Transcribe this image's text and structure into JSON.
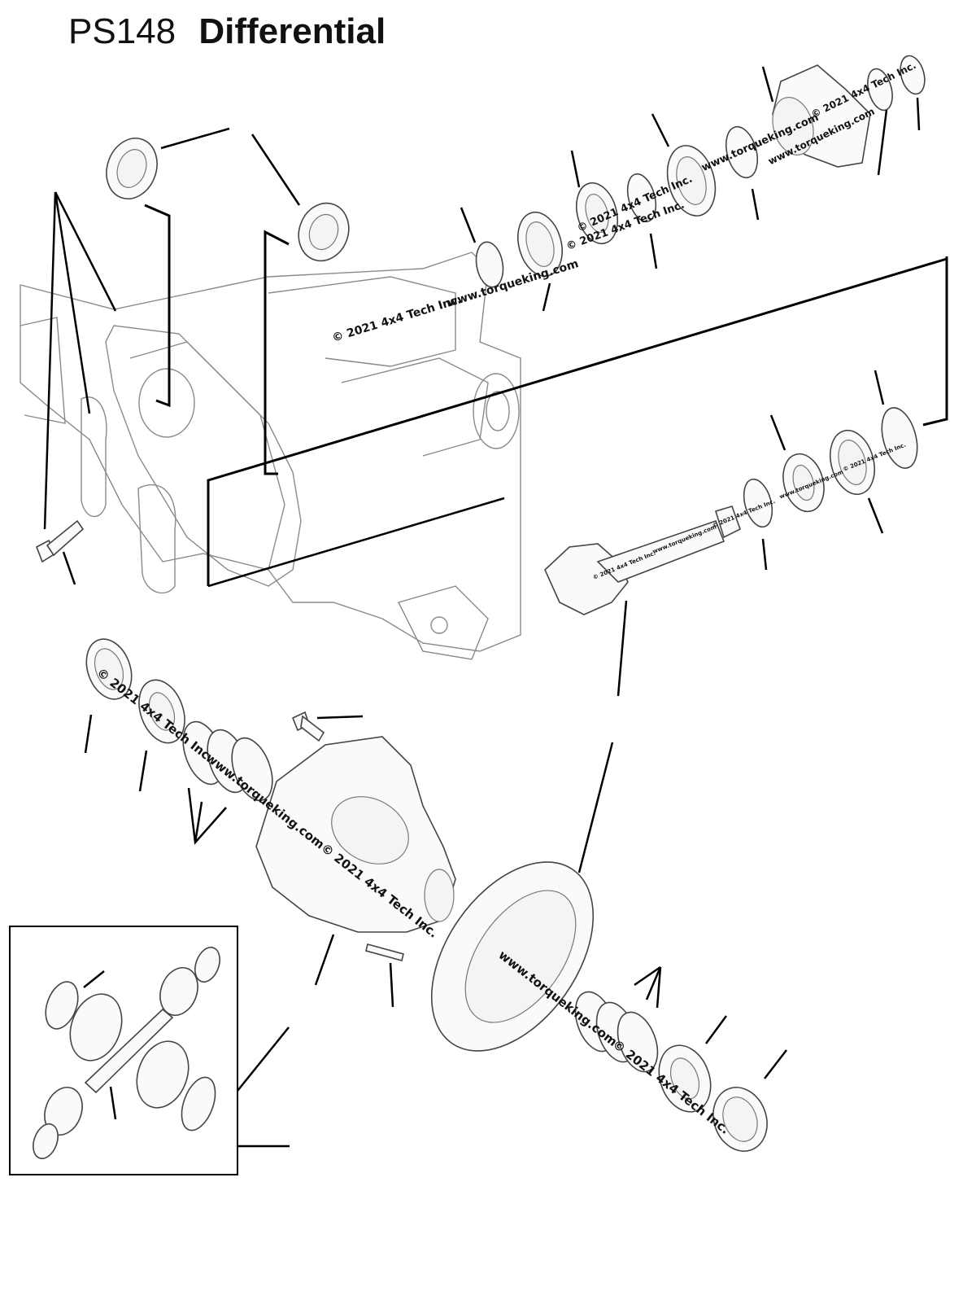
{
  "header": {
    "part_code": "PS148",
    "part_name": "Differential"
  },
  "watermarks": {
    "copyright": "© 2021 4x4 Tech Inc.",
    "website": "www.torqueking.com"
  }
}
